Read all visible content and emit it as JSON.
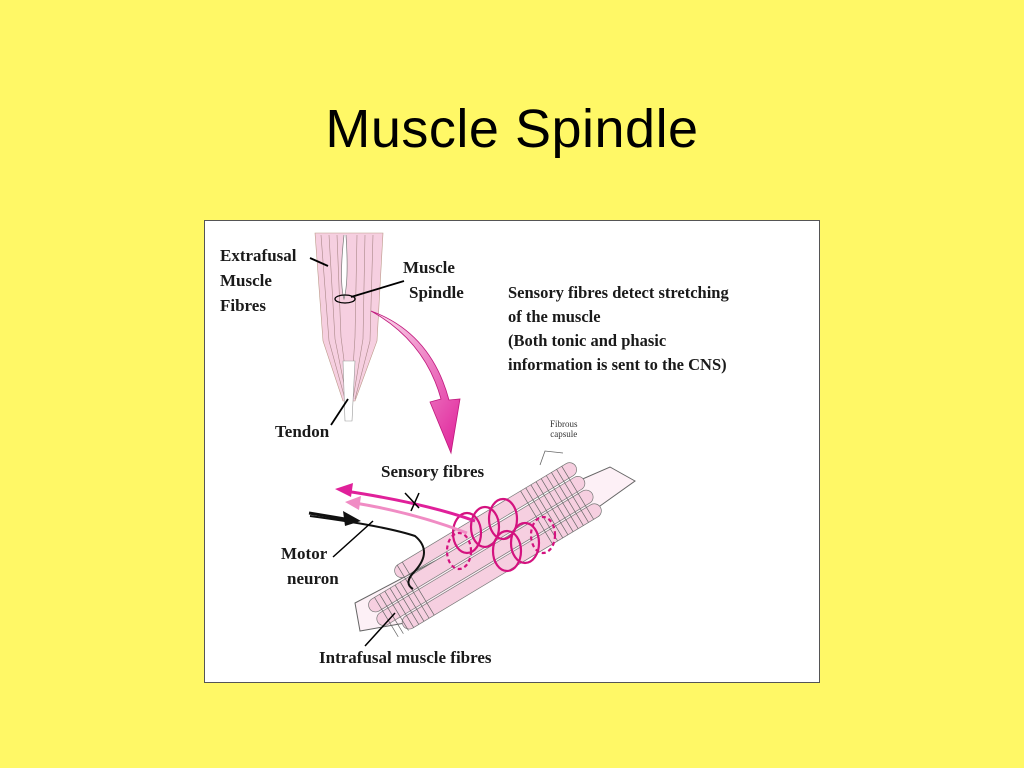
{
  "slide": {
    "title": "Muscle Spindle"
  },
  "diagram": {
    "extrafusal": [
      "Extrafusal",
      "Muscle",
      "Fibres"
    ],
    "muscle_spindle": [
      "Muscle",
      "Spindle"
    ],
    "description": [
      "Sensory fibres detect  stretching",
      "of the muscle",
      "(Both tonic and phasic",
      "information is sent to the CNS)"
    ],
    "tendon": "Tendon",
    "fibrous_capsule": [
      "Fibrous",
      "capsule"
    ],
    "sensory_fibres": "Sensory fibres",
    "motor_neuron": [
      "Motor",
      "neuron"
    ],
    "intrafusal": "Intrafusal muscle fibres"
  },
  "colors": {
    "background": "#fff866",
    "muscle_pink": "#f6cfe0",
    "arrow_magenta": "#e0209a",
    "spiral_magenta": "#d4127f"
  }
}
